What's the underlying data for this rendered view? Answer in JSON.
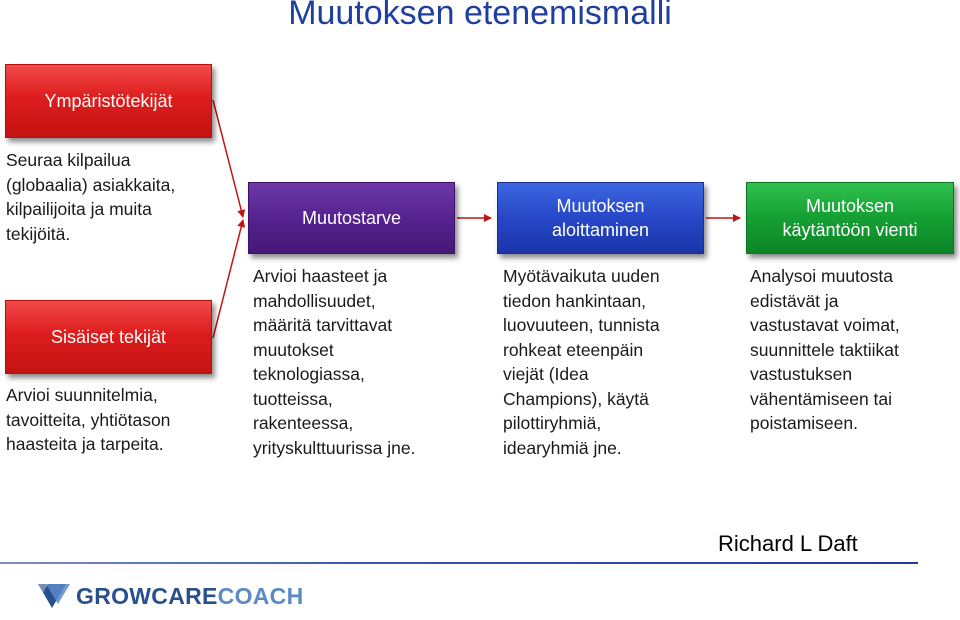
{
  "title": "Muutoksen etenemismalli",
  "left": {
    "env_box": "Ympäristötekijät",
    "env_text": [
      "Seuraa kilpailua",
      "(globaalia) asiakkaita,",
      "kilpailijoita ja muita",
      "tekijöitä."
    ],
    "internal_box": "Sisäiset tekijät",
    "internal_text": [
      "Arvioi suunnitelmia,",
      "tavoitteita, yhtiötason",
      "haasteita ja tarpeita."
    ]
  },
  "stages": [
    {
      "label": "Muutostarve",
      "color": "#56228f",
      "text": [
        "Arvioi haasteet ja",
        "mahdollisuudet,",
        "määritä tarvittavat",
        "muutokset",
        "teknologiassa,",
        "tuotteissa,",
        "rakenteessa,",
        "yrityskulttuurissa jne."
      ]
    },
    {
      "label_lines": [
        "Muutoksen",
        "aloittaminen"
      ],
      "color": "#2747c8",
      "text": [
        "Myötävaikuta uuden",
        "tiedon hankintaan,",
        "luovuuteen, tunnista",
        "rohkeat eteenpäin",
        "viejät (Idea",
        "Champions), käytä",
        "pilottiryhmiä,",
        "idearyhmiä jne."
      ]
    },
    {
      "label_lines": [
        "Muutoksen",
        "käytäntöön vienti"
      ],
      "color": "#159f33",
      "text": [
        "Analysoi muutosta",
        "edistävät ja",
        "vastustavat voimat,",
        "suunnittele taktiikat",
        "vastustuksen",
        "vähentämiseen tai",
        "poistamiseen."
      ]
    }
  ],
  "author": "Richard L Daft",
  "logo": {
    "part1": "GROWCARE",
    "part2": "COACH"
  },
  "colors": {
    "title": "#1f3fa0",
    "red": "#dd1d1d",
    "arrow": "#c41212"
  }
}
